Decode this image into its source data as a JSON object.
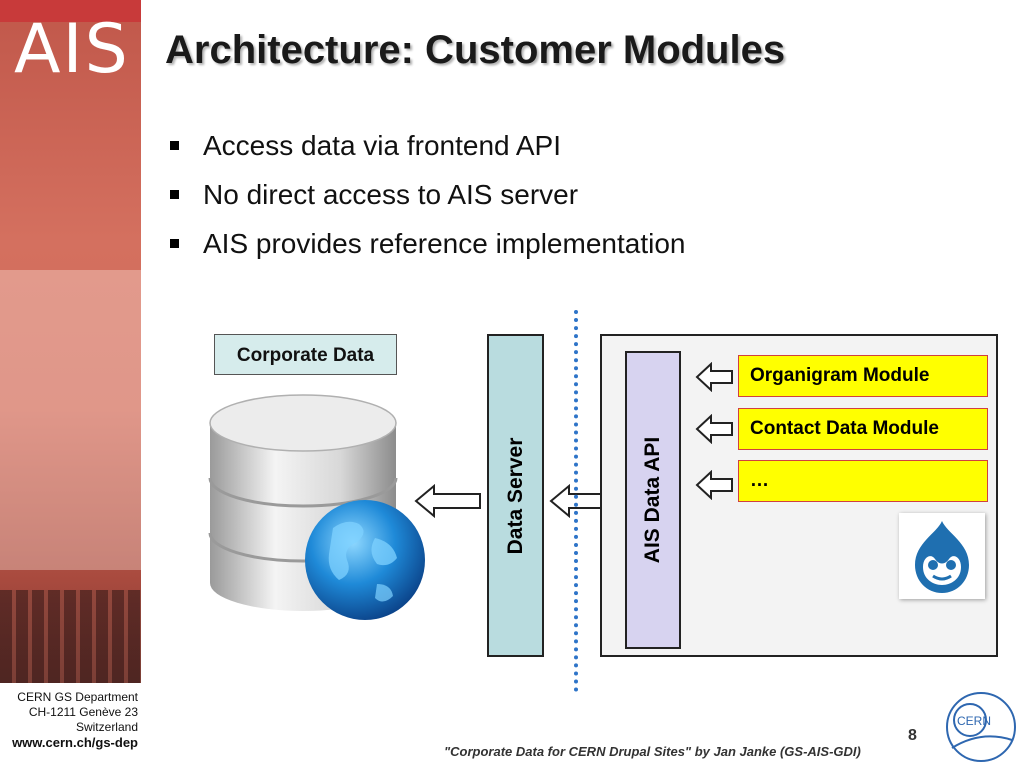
{
  "slide": {
    "logo_text": "AIS",
    "title": "Architecture: Customer Modules",
    "bullets": [
      "Access data via frontend API",
      "No direct access to AIS server",
      "AIS provides reference implementation"
    ]
  },
  "diagram": {
    "corporate_data_label": "Corporate Data",
    "data_server_label": "Data Server",
    "ais_api_label": "AIS Data API",
    "modules": [
      "Organigram Module",
      "Contact Data Module",
      "…"
    ],
    "icons": [
      "database-icon",
      "globe-icon",
      "drupal-logo",
      "cern-logo"
    ],
    "colors": {
      "data_server_fill": "#b9dcdf",
      "api_fill": "#d7d3f0",
      "module_fill": "#ffff00",
      "divider": "#2e74c8"
    }
  },
  "footer": {
    "address_line1": "CERN GS Department",
    "address_line2": "CH-1211 Genève 23",
    "address_line3": "Switzerland",
    "website": "www.cern.ch/gs-dep",
    "page_number": "8",
    "caption": "\"Corporate Data for CERN Drupal Sites\" by Jan Janke (GS-AIS-GDI)",
    "cern_logo_text": "CERN"
  }
}
